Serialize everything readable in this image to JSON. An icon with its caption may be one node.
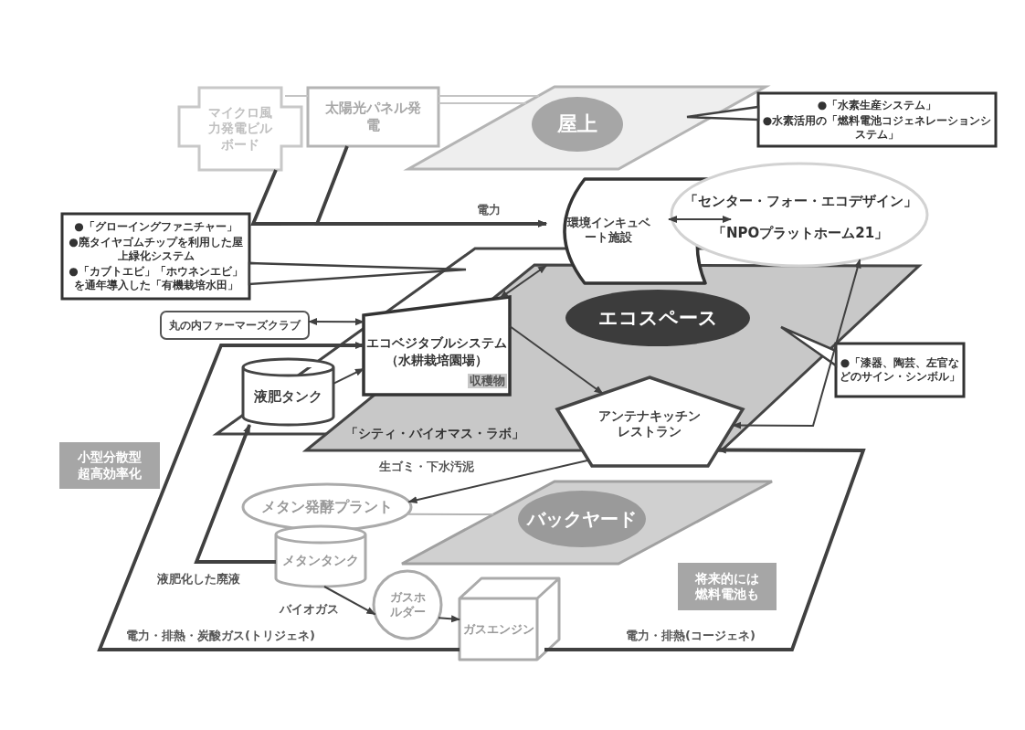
{
  "diagram": {
    "nodes": [
      {
        "text": [
          "マイクロ風力発電ビルボード"
        ]
      },
      {
        "text": [
          "太陽光パネル発電"
        ]
      },
      {
        "text": [],
        "shape": "parallelogram"
      },
      {
        "text": [
          "屋上"
        ],
        "in": 2
      },
      {
        "text": [
          "●「水素生産システム」",
          "●水素活用の「燃料電池コジェネレーションシステム」"
        ]
      },
      {
        "text": [
          "●「グローイングファニチャー」",
          "●廃タイヤゴムチップを利用した屋上緑化システム",
          "●「カブトエビ」「ホウネンエビ」を通年導入した「有機栽培水田」"
        ]
      },
      {
        "text": [
          "環境インキュベート施設"
        ]
      },
      {
        "text": [
          "「センター・フォー・エコデザイン」",
          "「NPOプラットホーム21」"
        ]
      },
      {
        "text": [
          "エコスペース"
        ]
      },
      {
        "text": [
          "●「漆器、陶芸、左官などのサイン・シンボル」"
        ]
      },
      {
        "text": [
          "丸の内ファーマーズクラブ"
        ]
      },
      {
        "text": [
          "エコベジタブルシステム",
          "（水耕栽培園場）"
        ]
      },
      {
        "text": [
          "液肥タンク"
        ]
      },
      {
        "text": [
          "アンテナキッチンレストラン"
        ]
      },
      {
        "text": [
          "小型分散型超高効率化"
        ]
      },
      {
        "text": [
          "メタン発酵プラント"
        ]
      },
      {
        "text": [],
        "shape": "parallelogram"
      },
      {
        "text": [
          "バックヤード"
        ],
        "in": 16
      },
      {
        "text": [
          "メタンタンク"
        ]
      },
      {
        "text": [
          "ガスホルダー"
        ]
      },
      {
        "text": [
          "ガスエンジン"
        ]
      },
      {
        "text": [
          "将来的には燃料電池も"
        ]
      }
    ],
    "edges": [
      {
        "from": 0,
        "to": 1,
        "arrow": "none",
        "color": "#c4c4c4"
      },
      {
        "from": 1,
        "to": 2,
        "arrow": "none",
        "color": "#c4c4c4"
      },
      {
        "from": 0,
        "to": 6,
        "arrow": "to",
        "style": "thick"
      },
      {
        "from": 1,
        "to": 6,
        "arrow": "to",
        "label": "電力",
        "style": "thick"
      },
      {
        "from": 4,
        "to": 2,
        "arrow": "to"
      },
      {
        "from": 5,
        "to": null,
        "arrow": "to"
      },
      {
        "from": 6,
        "to": 7,
        "arrow": "both"
      },
      {
        "from": 11,
        "to": 6,
        "arrow": "both"
      },
      {
        "from": 10,
        "to": 11,
        "arrow": "both"
      },
      {
        "from": 9,
        "to": null,
        "arrow": "to"
      },
      {
        "from": 12,
        "to": 11,
        "arrow": "to"
      },
      {
        "from": 11,
        "to": 13,
        "arrow": "to",
        "label": "収穫物"
      },
      {
        "from": 13,
        "to": 7,
        "arrow": "both"
      },
      {
        "from": 13,
        "to": 15,
        "arrow": "to",
        "label": "生ゴミ・下水汚泥"
      },
      {
        "from": 15,
        "to": 16,
        "arrow": "none",
        "color": "#b4b4b4"
      },
      {
        "from": 18,
        "to": 12,
        "arrow": "to",
        "label": "液肥化した廃液",
        "style": "thick"
      },
      {
        "from": 18,
        "to": 19,
        "arrow": "to",
        "label": "バイオガス"
      },
      {
        "from": 19,
        "to": 20,
        "arrow": "to"
      },
      {
        "from": 20,
        "to": 11,
        "arrow": "to",
        "label": "電力・排熱・炭酸ガス(トリジェネ)",
        "style": "thick"
      },
      {
        "from": 20,
        "to": 13,
        "arrow": "to",
        "label": "電力・排熱(コージェネ)",
        "style": "thick"
      }
    ],
    "labels": [
      "「シティ・バイオマス・ラボ」"
    ]
  }
}
